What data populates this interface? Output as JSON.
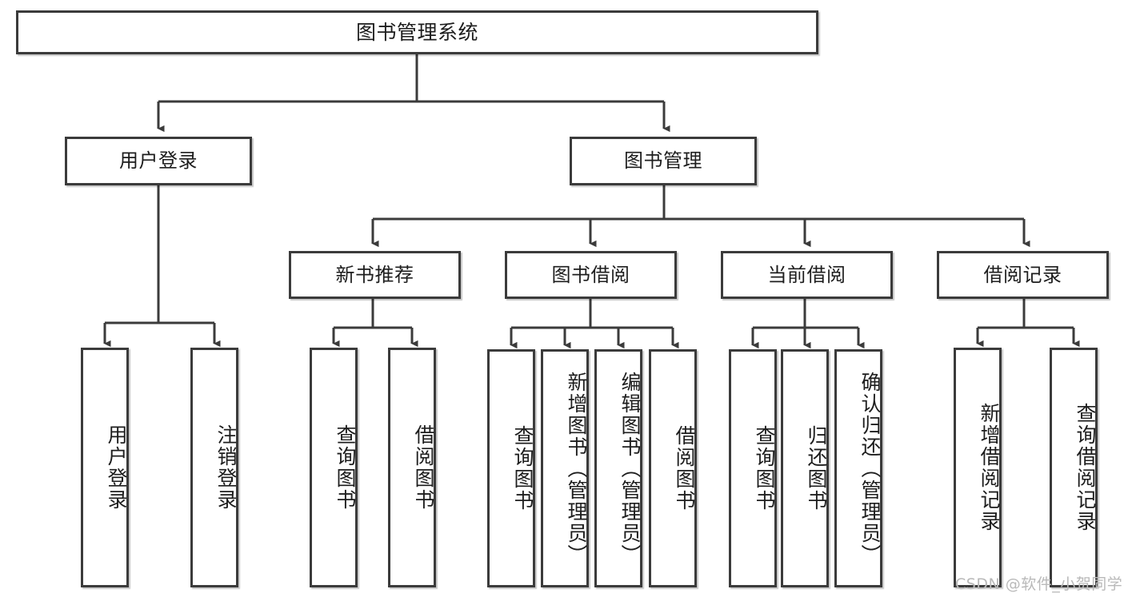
{
  "diagram": {
    "title": "图书管理系统",
    "type": "hierarchy-tree",
    "stroke_color": "#3b3b3b",
    "fill_color": "#ffffff",
    "text_color": "#1d1d1d",
    "watermark": {
      "text": "CSDN @软件_小贺同学",
      "color": "#b9b9b9"
    }
  },
  "nodes": {
    "root": {
      "label": "图书管理系统"
    },
    "level2": [
      {
        "id": "user-login",
        "label": "用户登录"
      },
      {
        "id": "book-manage",
        "label": "图书管理"
      }
    ],
    "level3": [
      {
        "id": "new-book-rec",
        "label": "新书推荐"
      },
      {
        "id": "book-borrow",
        "label": "图书借阅"
      },
      {
        "id": "current-borrow",
        "label": "当前借阅"
      },
      {
        "id": "borrow-record",
        "label": "借阅记录"
      }
    ],
    "leaves": [
      {
        "id": "leaf-user-login",
        "parent": "user-login",
        "label": "用户登录"
      },
      {
        "id": "leaf-logout",
        "parent": "user-login",
        "label": "注销登录"
      },
      {
        "id": "leaf-query-book-1",
        "parent": "new-book-rec",
        "label": "查询图书"
      },
      {
        "id": "leaf-borrow-book-1",
        "parent": "new-book-rec",
        "label": "借阅图书"
      },
      {
        "id": "leaf-query-book-2",
        "parent": "book-borrow",
        "label": "查询图书"
      },
      {
        "id": "leaf-add-book",
        "parent": "book-borrow",
        "label": "新增图书（管理员）"
      },
      {
        "id": "leaf-edit-book",
        "parent": "book-borrow",
        "label": "编辑图书（管理员）"
      },
      {
        "id": "leaf-borrow-book-2",
        "parent": "book-borrow",
        "label": "借阅图书"
      },
      {
        "id": "leaf-query-book-3",
        "parent": "current-borrow",
        "label": "查询图书"
      },
      {
        "id": "leaf-return-book",
        "parent": "current-borrow",
        "label": "归还图书"
      },
      {
        "id": "leaf-confirm-return",
        "parent": "current-borrow",
        "label": "确认归还（管理员）"
      },
      {
        "id": "leaf-add-record",
        "parent": "borrow-record",
        "label": "新增借阅记录"
      },
      {
        "id": "leaf-query-record",
        "parent": "borrow-record",
        "label": "查询借阅记录"
      }
    ]
  }
}
